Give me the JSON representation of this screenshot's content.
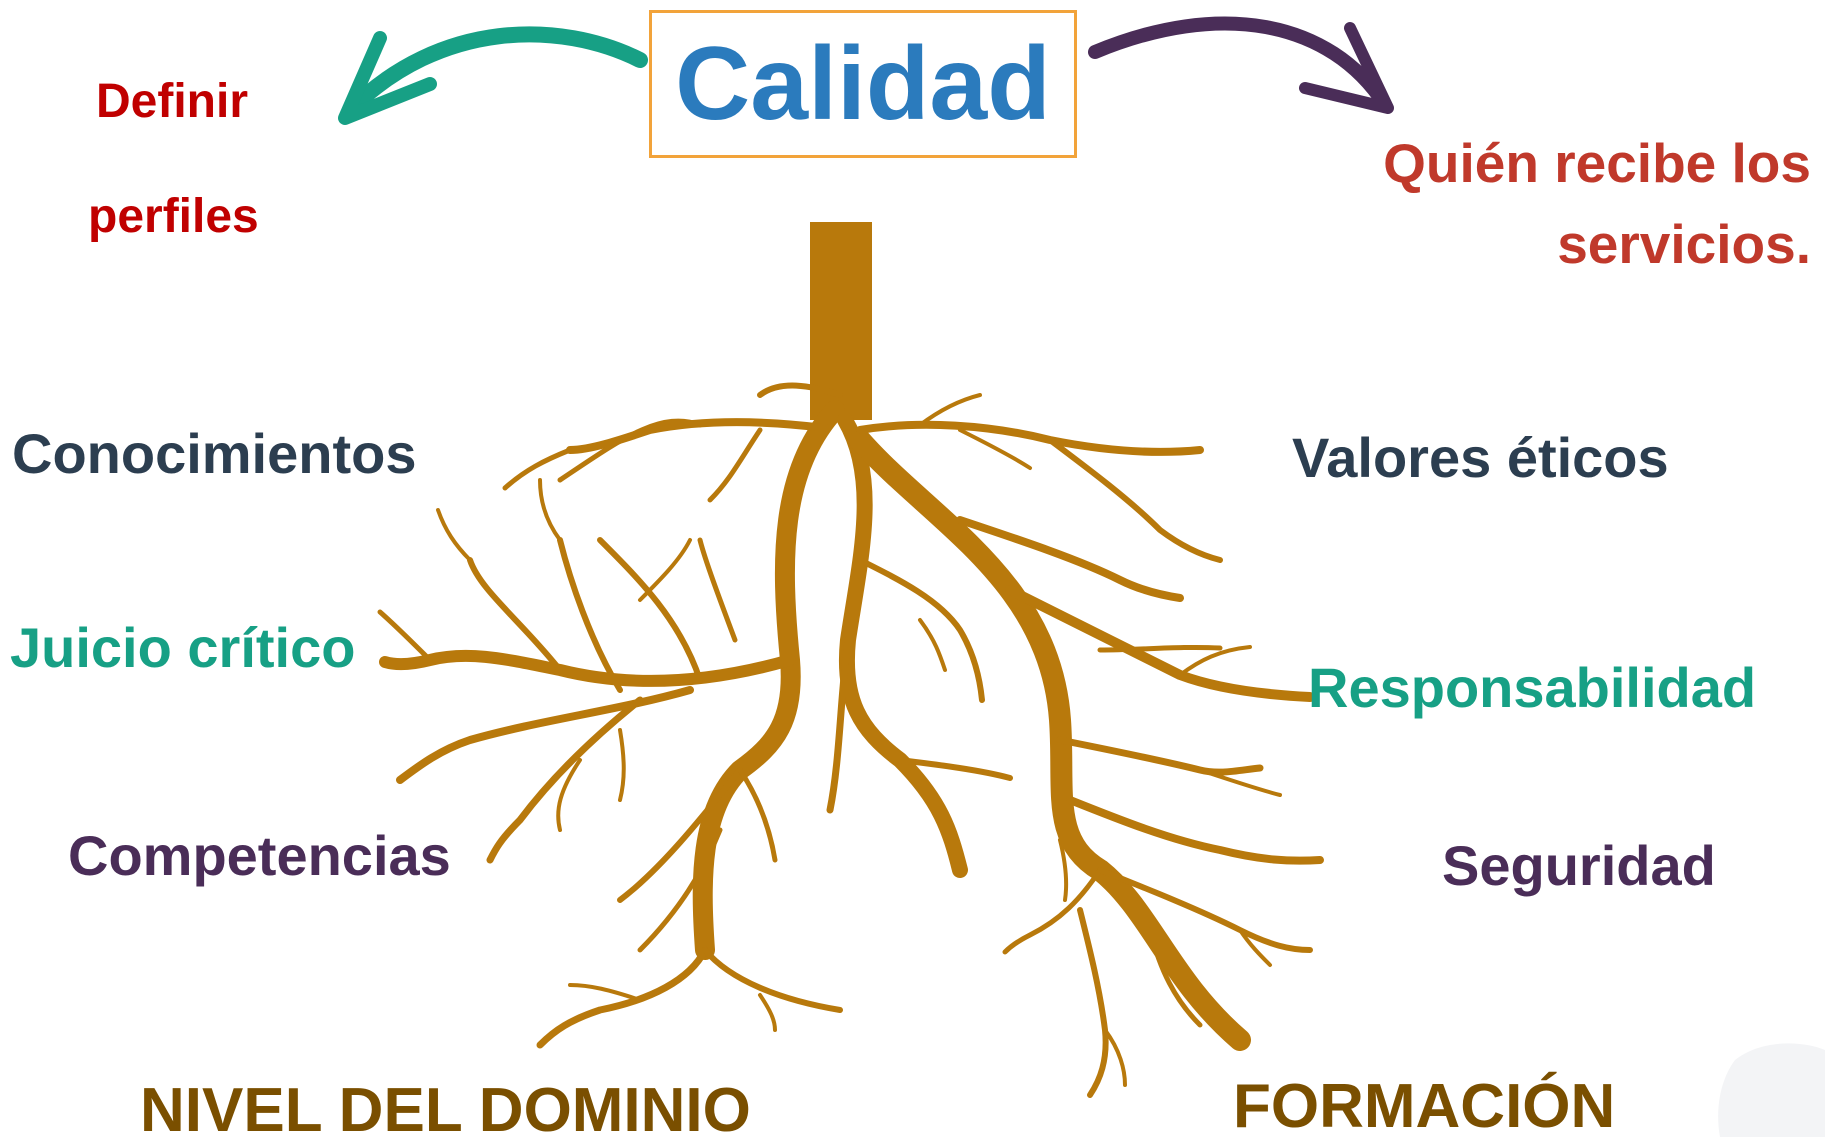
{
  "title": {
    "text": "Calidad",
    "color": "#2b7bbd",
    "border_color": "#f2a33a"
  },
  "top_left": {
    "line1": "Definir",
    "line2": "perfiles",
    "color": "#c00000"
  },
  "top_right": {
    "line1": "Quién recibe los",
    "line2": "servicios.",
    "color": "#c0392b"
  },
  "left_items": [
    {
      "text": "Conocimientos",
      "color": "#2c3e50"
    },
    {
      "text": "Juicio crítico",
      "color": "#17a085"
    },
    {
      "text": "Competencias",
      "color": "#4a2d58"
    }
  ],
  "right_items": [
    {
      "text": "Valores éticos",
      "color": "#2c3e50"
    },
    {
      "text": "Responsabilidad",
      "color": "#17a085"
    },
    {
      "text": "Seguridad",
      "color": "#4a2d58"
    }
  ],
  "bottom": {
    "left": "NIVEL DEL DOMINIO",
    "right": "FORMACIÓN",
    "color": "#7a4f00"
  },
  "arrows": {
    "left_color": "#17a085",
    "right_color": "#4a2d58"
  },
  "roots": {
    "color": "#b8790c"
  },
  "icons": [
    "curved-arrow-left-icon",
    "curved-arrow-right-icon",
    "tree-roots-icon"
  ]
}
